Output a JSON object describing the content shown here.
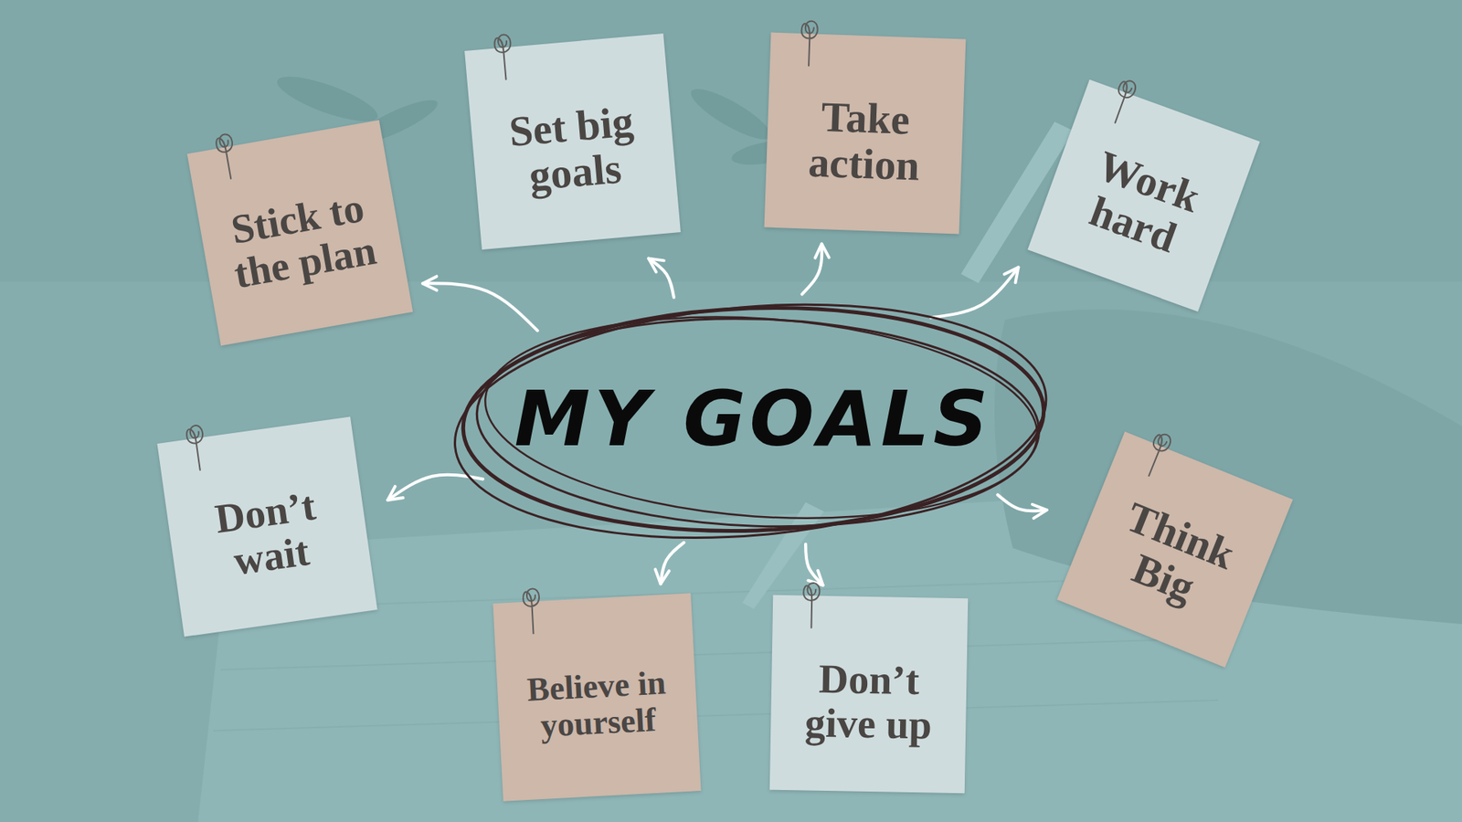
{
  "diagram": {
    "nodes": [
      {
        "text": [
          "MY GOALS"
        ]
      },
      {
        "text": [
          "Stick to the plan"
        ]
      },
      {
        "text": [
          "Set big goals"
        ]
      },
      {
        "text": [
          "Take action"
        ]
      },
      {
        "text": [
          "Work hard"
        ]
      },
      {
        "text": [
          "Don’t wait"
        ]
      },
      {
        "text": [
          "Think Big"
        ]
      },
      {
        "text": [
          "Believe in yourself"
        ]
      },
      {
        "text": [
          "Don’t give up"
        ]
      }
    ],
    "edges": [
      {
        "from": 0,
        "to": 1,
        "arrow": "to"
      },
      {
        "from": 0,
        "to": 2,
        "arrow": "to"
      },
      {
        "from": 0,
        "to": 3,
        "arrow": "to"
      },
      {
        "from": 0,
        "to": 4,
        "arrow": "to"
      },
      {
        "from": 0,
        "to": 5,
        "arrow": "to"
      },
      {
        "from": 0,
        "to": 6,
        "arrow": "to"
      },
      {
        "from": 0,
        "to": 7,
        "arrow": "to"
      },
      {
        "from": 0,
        "to": 8,
        "arrow": "to"
      }
    ]
  }
}
